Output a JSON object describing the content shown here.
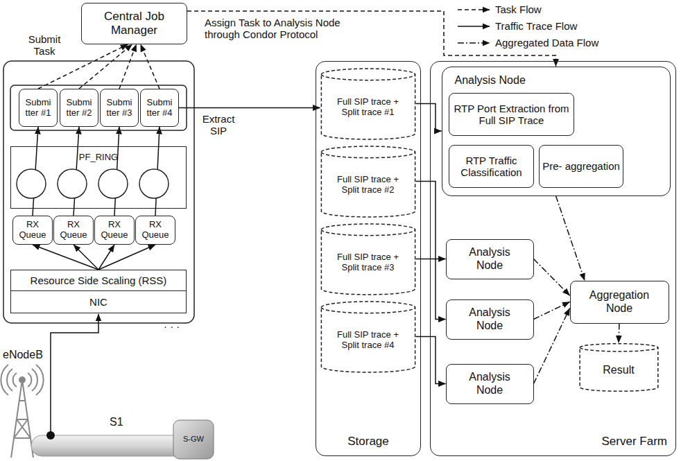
{
  "diagram": {
    "nodes": [
      {
        "text": [
          "Central Job Manager"
        ]
      },
      {
        "text": [
          "Submi tter #1"
        ]
      },
      {
        "text": [
          "Submi tter #2"
        ]
      },
      {
        "text": [
          "Submi tter #3"
        ]
      },
      {
        "text": [
          "Submi tter #4"
        ]
      },
      {
        "text": [
          "PF_RING"
        ]
      },
      {
        "text": [
          "RX Queue"
        ]
      },
      {
        "text": [
          "RX Queue"
        ]
      },
      {
        "text": [
          "RX Queue"
        ]
      },
      {
        "text": [
          "RX Queue"
        ]
      },
      {
        "text": [
          "Resource Side Scaling (RSS)"
        ]
      },
      {
        "text": [
          "NIC"
        ]
      },
      {
        "text": [
          "Storage"
        ]
      },
      {
        "text": [
          "Full SIP trace + Split trace #1"
        ],
        "in": 12
      },
      {
        "text": [
          "Full SIP trace + Split trace #2"
        ],
        "in": 12
      },
      {
        "text": [
          "Full SIP trace + Split trace #3"
        ],
        "in": 12
      },
      {
        "text": [
          "Full SIP trace + Split trace #4"
        ],
        "in": 12
      },
      {
        "text": [
          "Server Farm"
        ]
      },
      {
        "text": [
          "Analysis Node"
        ],
        "in": 17
      },
      {
        "text": [
          "RTP Port Extraction from Full SIP Trace"
        ],
        "in": 18
      },
      {
        "text": [
          "RTP Traffic Classification"
        ],
        "in": 18
      },
      {
        "text": [
          "Pre- aggregation"
        ],
        "in": 18
      },
      {
        "text": [
          "Analysis Node"
        ],
        "in": 17
      },
      {
        "text": [
          "Analysis Node"
        ],
        "in": 17
      },
      {
        "text": [
          "Analysis Node"
        ],
        "in": 17
      },
      {
        "text": [
          "Aggregation Node"
        ],
        "in": 17
      },
      {
        "text": [
          "Result"
        ],
        "in": 17
      }
    ],
    "edges": [
      {
        "from": 1,
        "to": 0,
        "arrow": "to"
      },
      {
        "from": 2,
        "to": 0,
        "arrow": "to"
      },
      {
        "from": 3,
        "to": 0,
        "arrow": "to"
      },
      {
        "from": 4,
        "to": 0,
        "arrow": "to"
      },
      {
        "from": 0,
        "to": 18,
        "arrow": "to"
      },
      {
        "from": 6,
        "to": 1,
        "arrow": "to"
      },
      {
        "from": 7,
        "to": 2,
        "arrow": "to"
      },
      {
        "from": 8,
        "to": 3,
        "arrow": "to"
      },
      {
        "from": 9,
        "to": 4,
        "arrow": "to"
      },
      {
        "from": 10,
        "to": 6,
        "arrow": "to"
      },
      {
        "from": 10,
        "to": 7,
        "arrow": "to"
      },
      {
        "from": 10,
        "to": 8,
        "arrow": "to"
      },
      {
        "from": 10,
        "to": 9,
        "arrow": "to"
      },
      {
        "from": 4,
        "to": 13,
        "arrow": "to"
      },
      {
        "from": 13,
        "to": 18,
        "arrow": "to"
      },
      {
        "from": 14,
        "to": 22,
        "arrow": "to"
      },
      {
        "from": 15,
        "to": 23,
        "arrow": "to"
      },
      {
        "from": 16,
        "to": 24,
        "arrow": "to"
      },
      {
        "from": 18,
        "to": 25,
        "arrow": "to"
      },
      {
        "from": 22,
        "to": 25,
        "arrow": "to"
      },
      {
        "from": 23,
        "to": 25,
        "arrow": "to"
      },
      {
        "from": 24,
        "to": 25,
        "arrow": "to"
      },
      {
        "from": 25,
        "to": 26,
        "arrow": "to"
      }
    ],
    "labels": [
      "Submit Task",
      "Assign Task to Analysis Node through Condor Protocol",
      "Extract SIP",
      "eNodeB",
      "S1",
      "S-GW",
      "· · ·"
    ],
    "legend": [
      {
        "text": "Task Flow"
      },
      {
        "text": "Traffic Trace Flow"
      },
      {
        "text": "Aggregated Data Flow"
      }
    ]
  }
}
